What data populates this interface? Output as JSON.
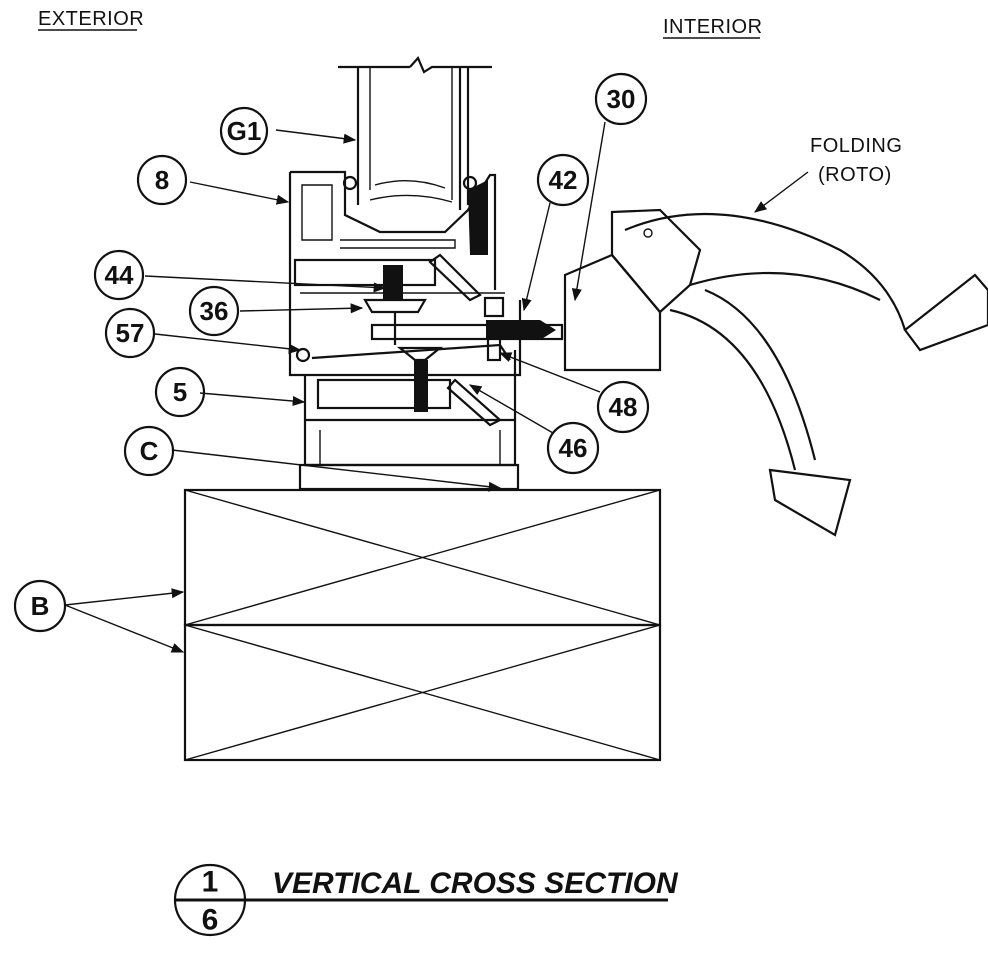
{
  "labels": {
    "exterior": "EXTERIOR",
    "interior": "INTERIOR",
    "hardware": "FOLDING\n(ROTO)",
    "hardware_line1": "FOLDING",
    "hardware_line2": "(ROTO)"
  },
  "callouts": {
    "g1": "G1",
    "c30": "30",
    "c8": "8",
    "c42": "42",
    "c44": "44",
    "c36": "36",
    "c57": "57",
    "c5": "5",
    "c48": "48",
    "c46": "46",
    "cC": "C",
    "cB": "B"
  },
  "title_block": {
    "detail_number": "1",
    "sheet_number": "6",
    "title": "VERTICAL CROSS SECTION"
  }
}
